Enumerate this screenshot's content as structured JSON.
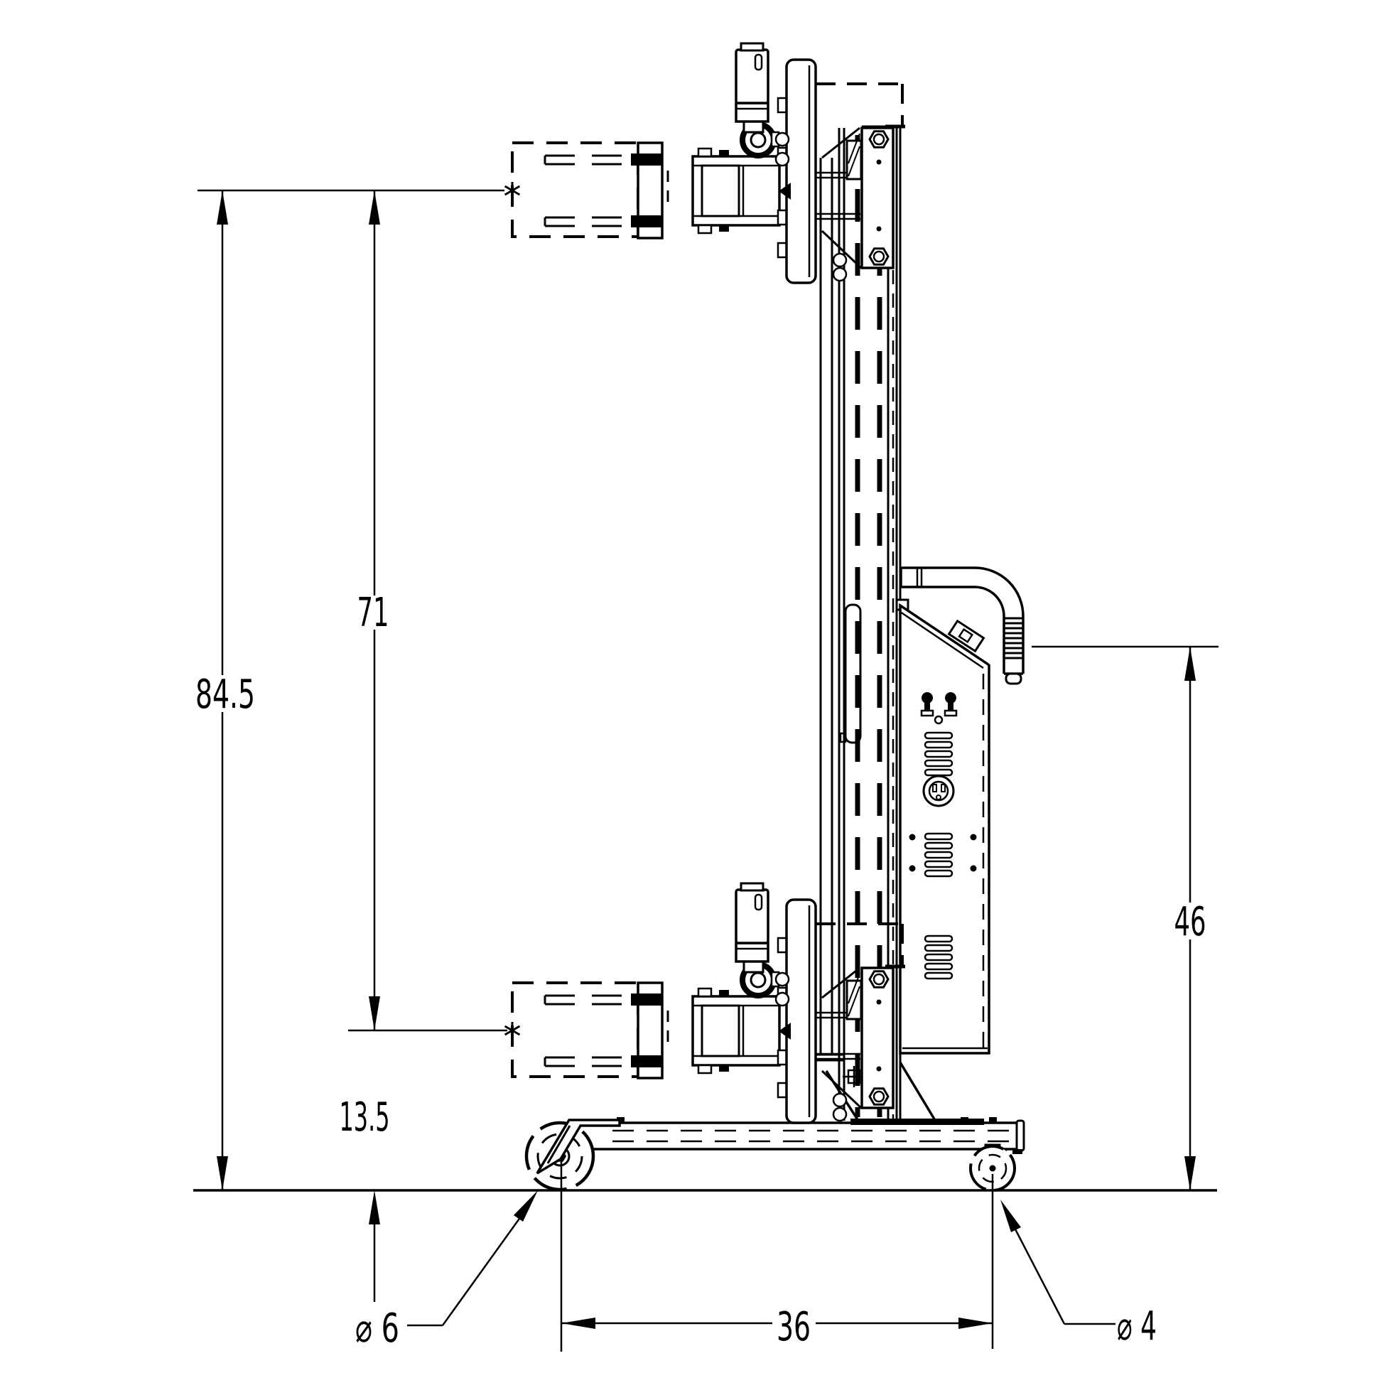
{
  "drawing": {
    "background": "#ffffff",
    "stroke_color": "#000000",
    "view": "side-elevation dimensioned drawing of portable lift with drum clamp carriages",
    "dims": {
      "overall_height": "84.5",
      "carriage_travel": "71",
      "lowered_fork_height": "13.5",
      "handle_height": "46",
      "base_length": "36",
      "front_wheel_diameter": "⌀ 6",
      "rear_caster_diameter": "⌀ 4"
    }
  }
}
